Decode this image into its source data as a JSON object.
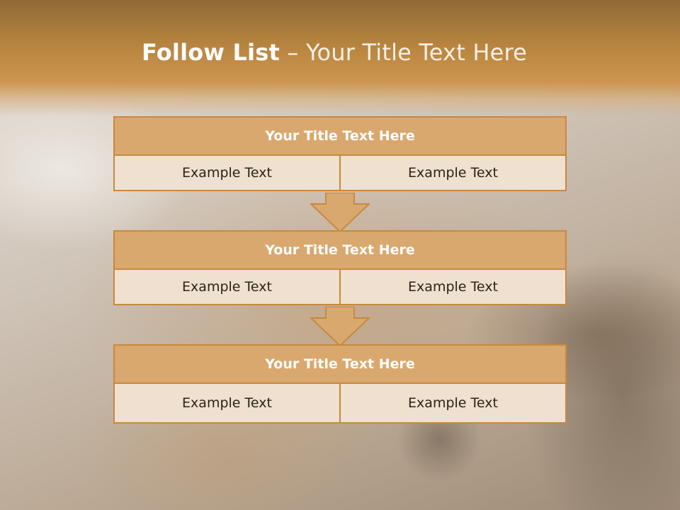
{
  "title": {
    "bold": "Follow List",
    "rest": "– Your Title Text Here"
  },
  "blocks": [
    {
      "heading": "Your Title Text Here",
      "left": "Example Text",
      "right": "Example Text"
    },
    {
      "heading": "Your Title Text Here",
      "left": "Example Text",
      "right": "Example Text"
    },
    {
      "heading": "Your Title Text Here",
      "left": "Example Text",
      "right": "Example Text"
    }
  ],
  "colors": {
    "header": "#b8853f",
    "box_head": "#d9a86e",
    "box_cell": "#efe0d0",
    "border": "#c8893e"
  }
}
